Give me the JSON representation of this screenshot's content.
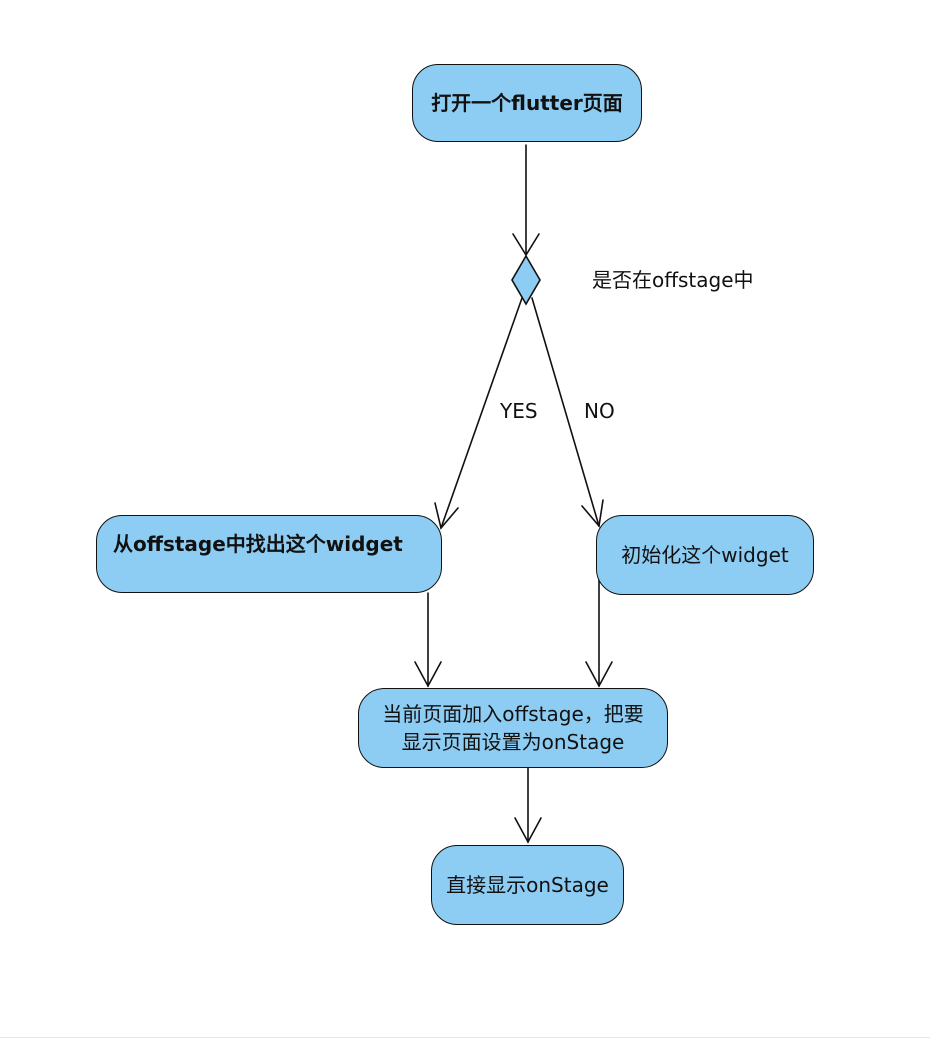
{
  "diagram": {
    "nodes": {
      "start": "打开一个flutter页面",
      "decision_label": "是否在offstage中",
      "yes_box": "从offstage中找出这个widget",
      "no_box": "初始化这个widget",
      "merge_line1": "当前页面加入offstage，把要",
      "merge_line2": "显示页面设置为onStage",
      "final": "直接显示onStage"
    },
    "edges": {
      "yes_label": "YES",
      "no_label": "NO"
    },
    "colors": {
      "node_fill": "#8ecdf3",
      "stroke": "#111111"
    }
  }
}
